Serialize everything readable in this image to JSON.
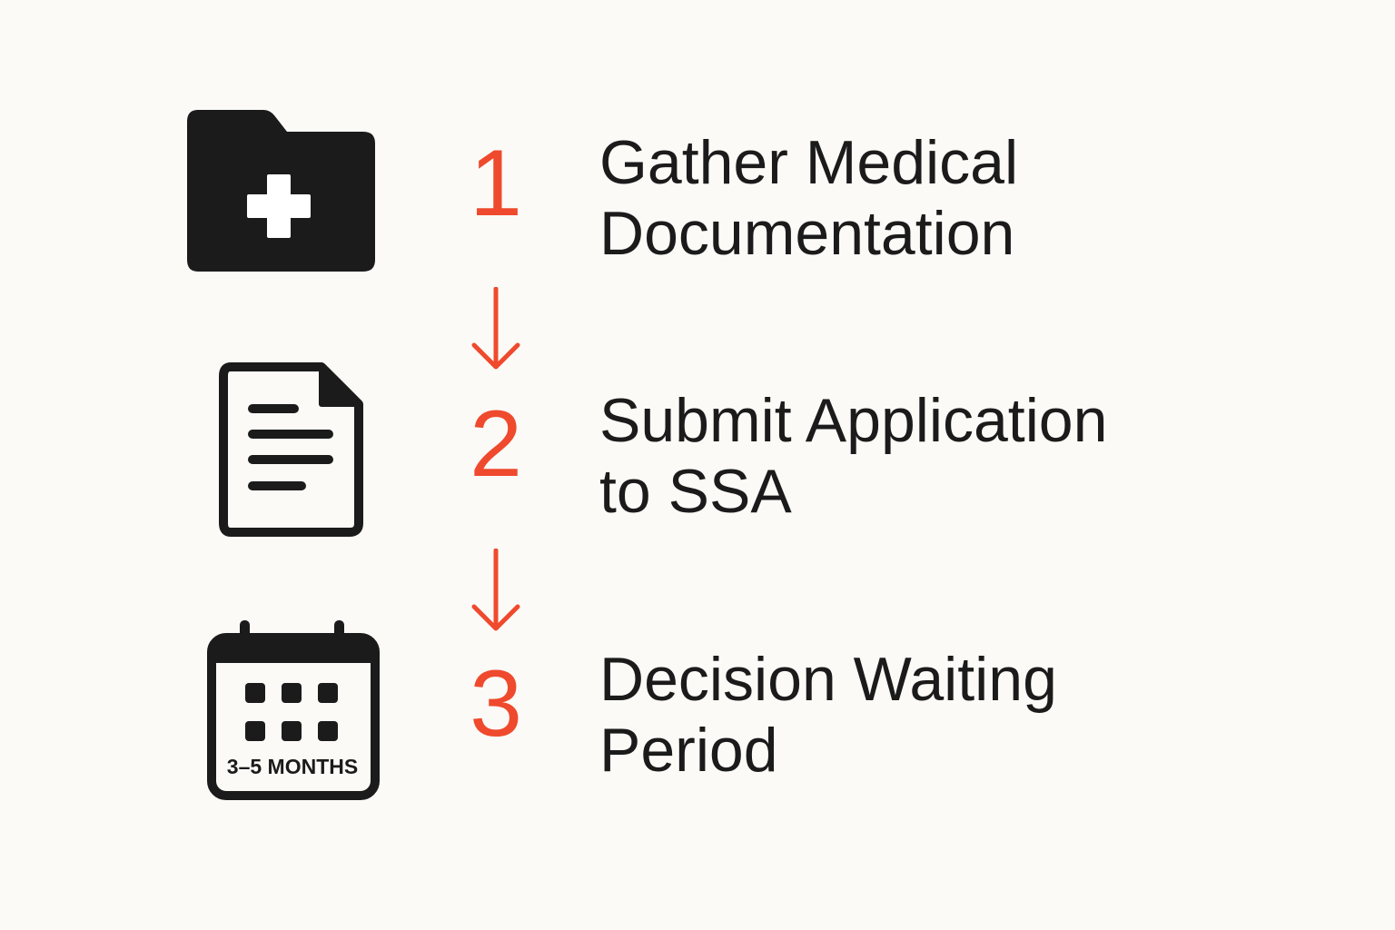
{
  "colors": {
    "background": "#fbfaf7",
    "accent": "#ef4a2d",
    "ink": "#1b1b1b"
  },
  "steps": [
    {
      "number": "1",
      "title_line1": "Gather Medical",
      "title_line2": "Documentation",
      "icon": "medical-folder-icon"
    },
    {
      "number": "2",
      "title_line1": "Submit Application",
      "title_line2": "to SSA",
      "icon": "document-icon"
    },
    {
      "number": "3",
      "title_line1": "Decision Waiting",
      "title_line2": "Period",
      "icon": "calendar-icon",
      "icon_label": "3–5 MONTHS"
    }
  ],
  "connectors": [
    {
      "from": "1",
      "to": "2",
      "icon": "arrow-down-icon"
    },
    {
      "from": "2",
      "to": "3",
      "icon": "arrow-down-icon"
    }
  ]
}
